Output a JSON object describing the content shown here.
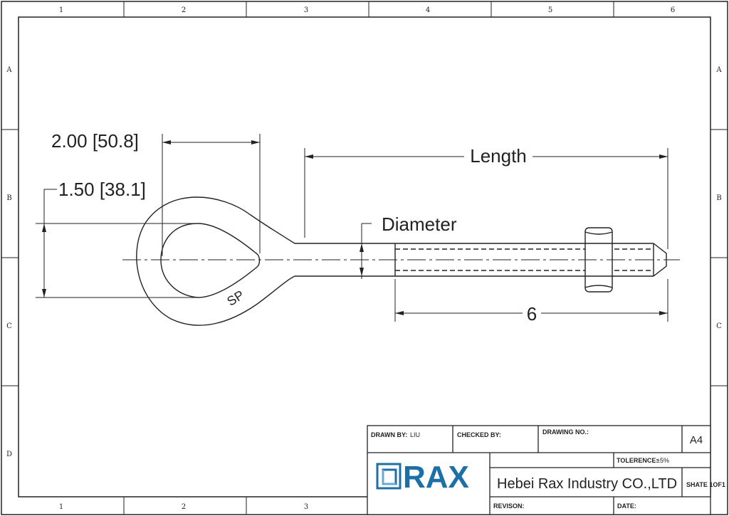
{
  "border": {
    "columns_top": [
      "1",
      "2",
      "3",
      "4",
      "5",
      "6"
    ],
    "columns_bottom": [
      "1",
      "2",
      "3"
    ],
    "rows_left": [
      "A",
      "B",
      "C",
      "D"
    ],
    "rows_right": [
      "A",
      "B",
      "C"
    ]
  },
  "dimensions": {
    "eye_width": "2.00 [50.8]",
    "eye_height": "1.50 [38.1]",
    "length": "Length",
    "diameter": "Diameter",
    "thread_length": "6",
    "weld_mark": "SP"
  },
  "title_block": {
    "drawn_by_label": "DRAWN BY:",
    "drawn_by_value": "LIU",
    "checked_by_label": "CHECKED BY:",
    "drawing_no_label": "DRAWING NO.:",
    "sheet_size": "A4",
    "tolerance_label": "TOLERENCE:",
    "tolerance_value": "±5%",
    "logo_text": "RAX",
    "company": "Hebei Rax Industry CO.,LTD",
    "sheet": "SHATE 1OF1",
    "revision_label": "REVISON:",
    "date_label": "DATE:"
  },
  "colors": {
    "line": "#222222",
    "logo": "#1d6fa8"
  }
}
